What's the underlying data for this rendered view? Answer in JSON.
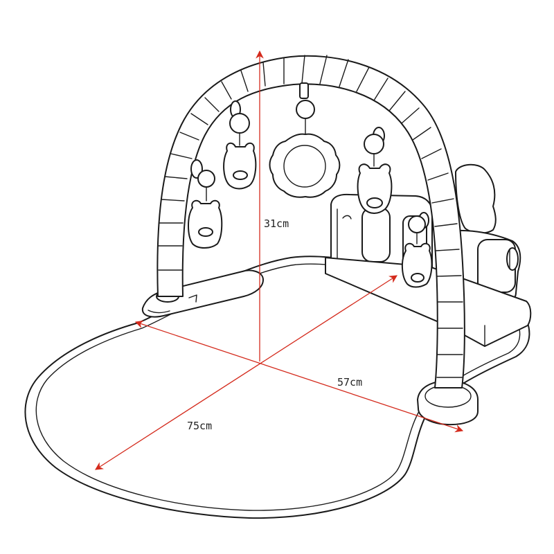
{
  "diagram": {
    "dimensions": {
      "height": "31cm",
      "width": "57cm",
      "length": "75cm"
    },
    "colors": {
      "dimension_lines": "#d42a1c",
      "outline": "#1a1a1a",
      "background": "#ffffff"
    },
    "icons": [
      "baby-play-gym-illustration",
      "hanging-bear-toy",
      "hanging-mirror-toy",
      "piano-panel"
    ]
  }
}
